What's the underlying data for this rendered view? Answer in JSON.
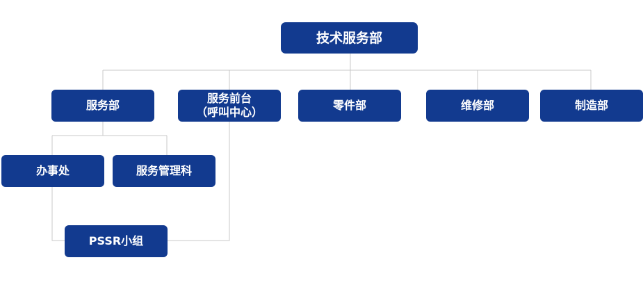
{
  "org_chart": {
    "root": {
      "label": "技术服务部"
    },
    "departments": [
      {
        "label": "服务部"
      },
      {
        "label": "服务前台\n（呼叫中心）"
      },
      {
        "label": "零件部"
      },
      {
        "label": "维修部"
      },
      {
        "label": "制造部"
      }
    ],
    "sub_units": [
      {
        "label": "办事处"
      },
      {
        "label": "服务管理科"
      },
      {
        "label": "PSSR小组"
      }
    ]
  },
  "colors": {
    "node_fill": "#123a8f",
    "node_text": "#ffffff",
    "connector": "#c8c8c8"
  }
}
